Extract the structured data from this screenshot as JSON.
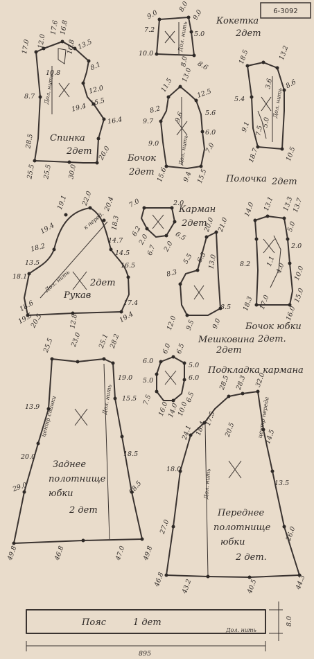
{
  "code": "6-3092",
  "pieces": {
    "back": {
      "name": "Спинка",
      "count": "2дет",
      "grain": "Дол. нить",
      "m": [
        "17.0",
        "12.0",
        "17.6",
        "16.8",
        "16.8",
        "13.5",
        "8.1",
        "8.7",
        "10.8",
        "12.0",
        "15.5",
        "19.4",
        "16.4",
        "28.5",
        "26.0",
        "25.5",
        "25.5",
        "30.0"
      ]
    },
    "yoke": {
      "name": "Кокетка",
      "count": "2дет",
      "grain": "Дол. нить",
      "m": [
        "9.0",
        "8.0",
        "9.0",
        "7.2",
        "5.0",
        "10.0",
        "8.0",
        "8.6"
      ]
    },
    "side": {
      "name": "Бочок",
      "count": "2дет",
      "grain": "Дол. нить",
      "m": [
        "11.5",
        "13.0",
        "12.5",
        "8.2",
        "9.6",
        "5.6",
        "9.7",
        "6.0",
        "9.0",
        "7.0",
        "15.6",
        "9.4",
        "15.5"
      ]
    },
    "front": {
      "name": "Полочка",
      "count": "2дет",
      "grain": "Дол. нить",
      "m": [
        "18.5",
        "13.2",
        "8.6",
        "5.4",
        "3.6",
        "9.1",
        "5.0",
        "7.5",
        "18.7",
        "10.5"
      ]
    },
    "sleeve": {
      "name": "Рукав",
      "count": "2дет",
      "grain": "Дол. нить",
      "toFront": "к перед.",
      "m": [
        "19.1",
        "22.0",
        "20.4",
        "19.4",
        "18.3",
        "14.7",
        "18.2",
        "14.5",
        "13.5",
        "16.5",
        "18.1",
        "18.6",
        "19.5",
        "20.5",
        "12.8",
        "17.4",
        "19.4"
      ]
    },
    "pocket": {
      "name": "Карман",
      "count": "2дет",
      "m": [
        "7.0",
        "2.0",
        "6.2",
        "2.0",
        "6.5",
        "6.7",
        "2.0"
      ]
    },
    "bag": {
      "name": "Мешковина",
      "count": "2дет",
      "m": [
        "20.0",
        "21.0",
        "5.5",
        "6.5",
        "13.0",
        "8.3",
        "8.5",
        "12.0",
        "9.5",
        "9.0"
      ]
    },
    "skirt_side": {
      "name": "Бочок юбки",
      "count": "2дет.",
      "m": [
        "14.0",
        "13.1",
        "13.3",
        "13.7",
        "5.0",
        "8.2",
        "2.0",
        "10.0",
        "4.0",
        "1.1",
        "15.0",
        "18.3",
        "17.0",
        "16.0"
      ]
    },
    "lining": {
      "name": "Подкладка кармана",
      "m": [
        "6.0",
        "6.5",
        "6.0",
        "5.0",
        "5.0",
        "6.0",
        "7.5",
        "6.5",
        "16.0",
        "14.0",
        "10.0"
      ]
    },
    "back_skirt": {
      "name1": "Заднее",
      "name2": "полотнище",
      "name3": "юбки",
      "count": "2 дет",
      "center": "центр спинки",
      "grain": "Дол. нить",
      "m": [
        "25.5",
        "23.0",
        "25.1",
        "28.2",
        "19.0",
        "15.5",
        "13.9",
        "20.0",
        "18.5",
        "29.0",
        "28.5",
        "49.8",
        "46.8",
        "47.0",
        "49.8"
      ]
    },
    "front_skirt": {
      "name1": "Переднее",
      "name2": "полотнище",
      "name3": "юбки",
      "count": "2 дет.",
      "center": "центр переда",
      "grain": "Дол. нить",
      "m": [
        "28.5",
        "28.3",
        "32.0",
        "17.5",
        "18.4",
        "20.5",
        "14.5",
        "24.1",
        "18.0",
        "13.5",
        "27.0",
        "26.0",
        "46.8",
        "43.2",
        "40.5",
        "44.3"
      ]
    },
    "belt": {
      "name": "Пояс",
      "count": "1 дет",
      "grain": "Дол. нить",
      "width": "8.0",
      "length": "895"
    }
  }
}
